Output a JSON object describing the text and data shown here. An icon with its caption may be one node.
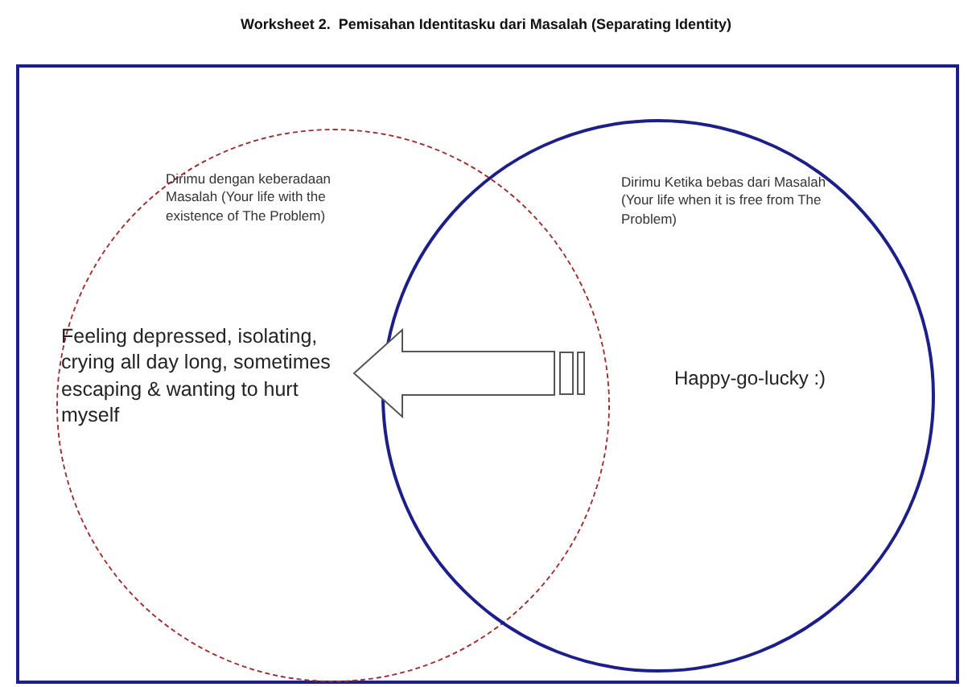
{
  "diagram": {
    "title": "Worksheet 2.  Pemisahan Identitasku dari Masalah (Separating Identity)",
    "nodes": [
      {
        "text": [],
        "shape": "box"
      },
      {
        "text": [
          "Dirimu dengan keberadaan Masalah (Your life with the existence of The Problem)",
          "Feeling depressed, isolating, crying all day long, sometimes escaping & wanting to hurt myself"
        ],
        "in": 0
      },
      {
        "text": [
          "Dirimu Ketika bebas dari Masalah (Your life when it is free from The Problem)",
          "Happy-go-lucky :)"
        ],
        "in": 0
      }
    ],
    "edges": [
      {
        "from": 2,
        "to": 1,
        "arrow": "to"
      }
    ]
  }
}
